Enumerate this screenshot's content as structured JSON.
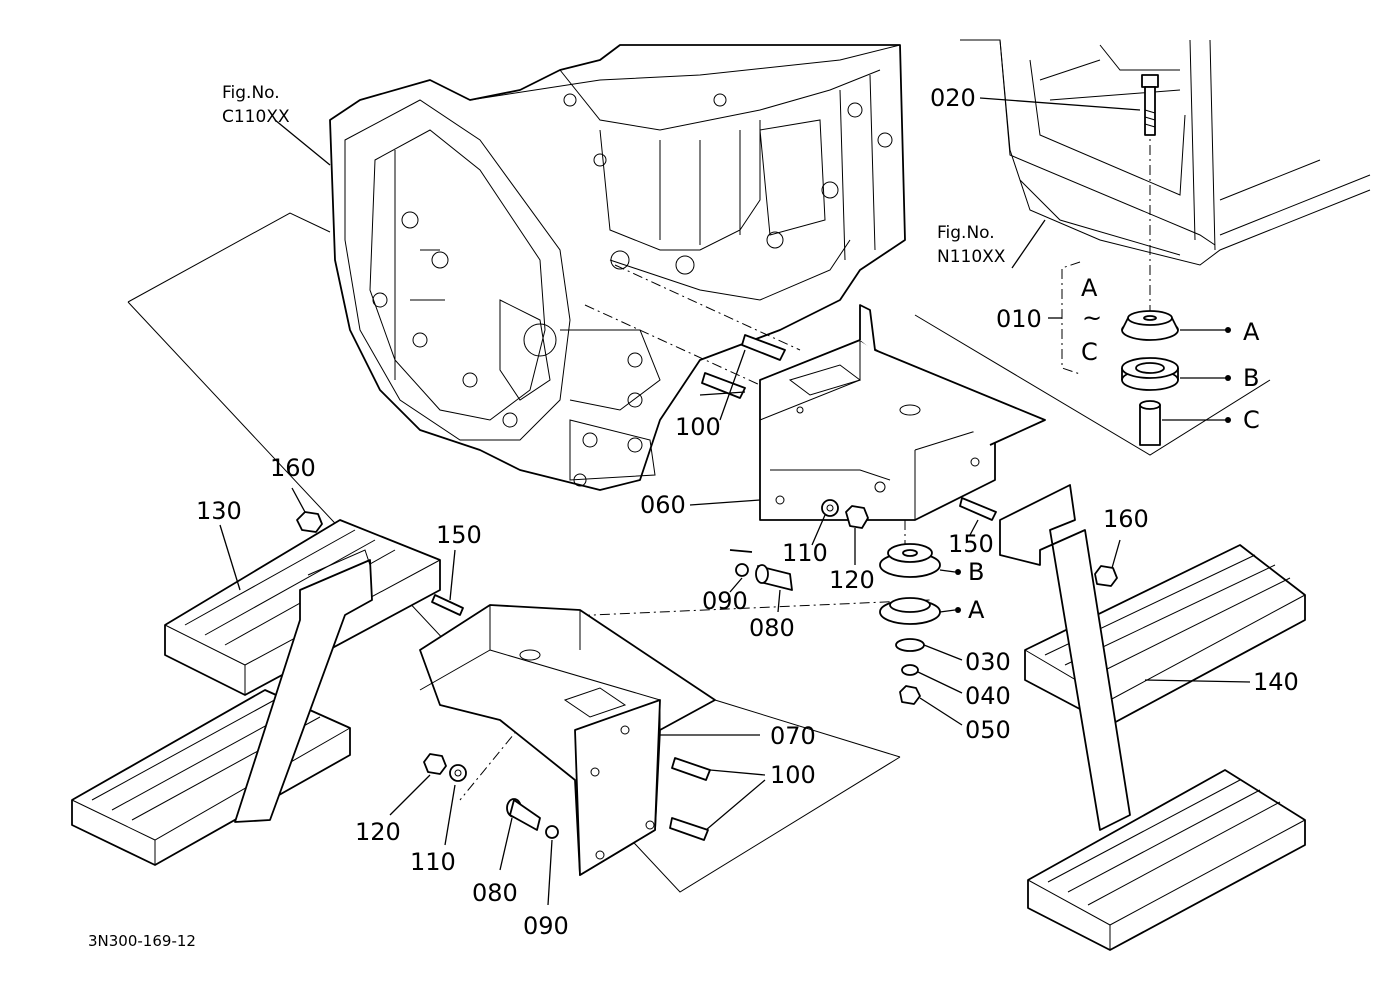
{
  "figure_refs": {
    "transmission": {
      "line1": "Fig.No.",
      "line2": "C110XX"
    },
    "cabin": {
      "line1": "Fig.No.",
      "line2": "N110XX"
    }
  },
  "parts": {
    "p010": "010",
    "p020": "020",
    "p030": "030",
    "p040": "040",
    "p050": "050",
    "p060": "060",
    "p070": "070",
    "p080_a": "080",
    "p080_b": "080",
    "p090_a": "090",
    "p090_b": "090",
    "p100_a": "100",
    "p100_b": "100",
    "p110_a": "110",
    "p110_b": "110",
    "p120_a": "120",
    "p120_b": "120",
    "p130": "130",
    "p140": "140",
    "p150_a": "150",
    "p150_b": "150",
    "p160_a": "160",
    "p160_b": "160"
  },
  "kit": {
    "range_top": "A",
    "range_sep": "~",
    "range_bottom": "C",
    "item_a": "A",
    "item_b": "B",
    "item_c": "C",
    "mount_b": "B",
    "mount_a": "A"
  },
  "drawing_number": "3N300-169-12"
}
